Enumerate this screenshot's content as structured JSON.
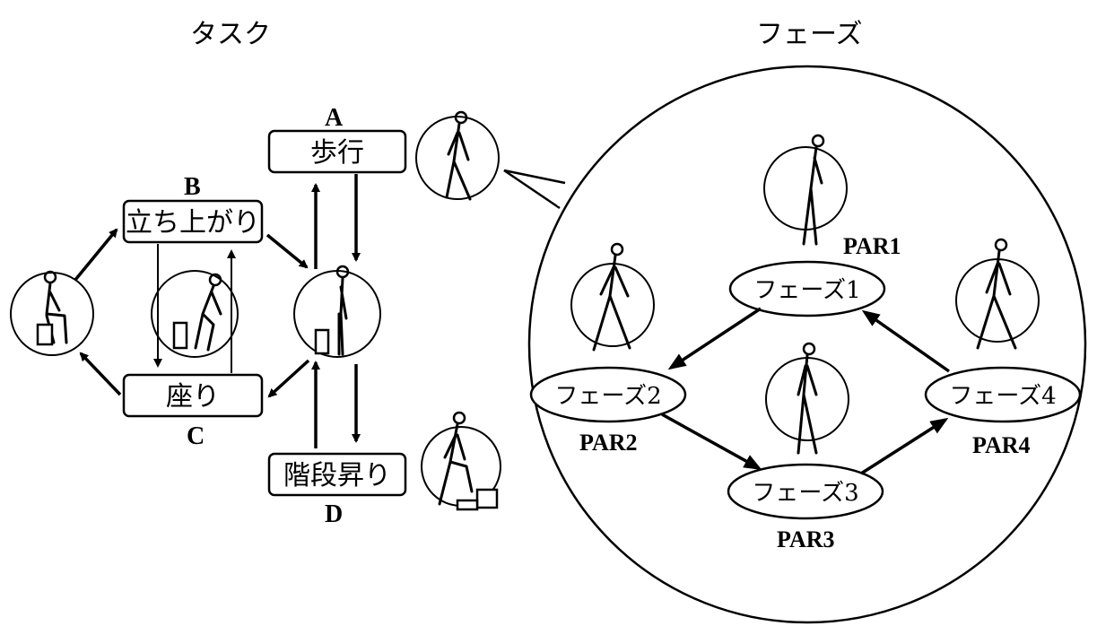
{
  "headings": {
    "task": "タスク",
    "phase": "フェーズ"
  },
  "tasks": [
    {
      "id": "A",
      "label": "歩行"
    },
    {
      "id": "B",
      "label": "立ち上がり"
    },
    {
      "id": "C",
      "label": "座り"
    },
    {
      "id": "D",
      "label": "階段昇り"
    }
  ],
  "phases": [
    {
      "label": "フェーズ1",
      "par": "PAR1"
    },
    {
      "label": "フェーズ2",
      "par": "PAR2"
    },
    {
      "label": "フェーズ3",
      "par": "PAR3"
    },
    {
      "label": "フェーズ4",
      "par": "PAR4"
    }
  ]
}
